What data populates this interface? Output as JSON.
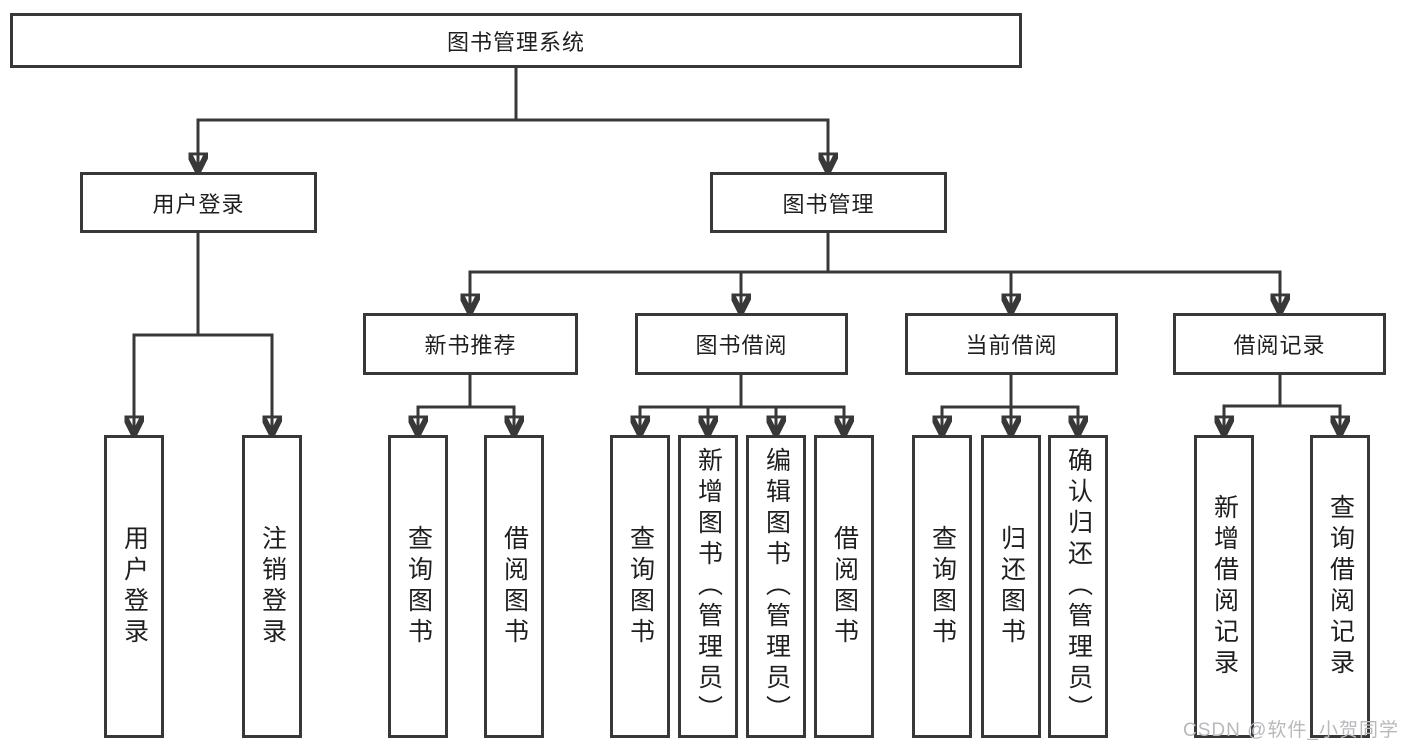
{
  "tree": {
    "label": "图书管理系统",
    "children": [
      {
        "label": "用户登录",
        "children": [
          {
            "label": "用户登录"
          },
          {
            "label": "注销登录"
          }
        ]
      },
      {
        "label": "图书管理",
        "children": [
          {
            "label": "新书推荐",
            "children": [
              {
                "label": "查询图书"
              },
              {
                "label": "借阅图书"
              }
            ]
          },
          {
            "label": "图书借阅",
            "children": [
              {
                "label": "查询图书"
              },
              {
                "label": "新增图书（管理员）"
              },
              {
                "label": "编辑图书（管理员）"
              },
              {
                "label": "借阅图书"
              }
            ]
          },
          {
            "label": "当前借阅",
            "children": [
              {
                "label": "查询图书"
              },
              {
                "label": "归还图书"
              },
              {
                "label": "确认归还（管理员）"
              }
            ]
          },
          {
            "label": "借阅记录",
            "children": [
              {
                "label": "新增借阅记录"
              },
              {
                "label": "查询借阅记录"
              }
            ]
          }
        ]
      }
    ]
  },
  "watermark": "CSDN @软件_小贺同学",
  "colors": {
    "line": "#383838",
    "box_border": "#383838",
    "text": "#1f1f1f",
    "watermark": "#b9b9bd",
    "background": "#ffffff"
  }
}
